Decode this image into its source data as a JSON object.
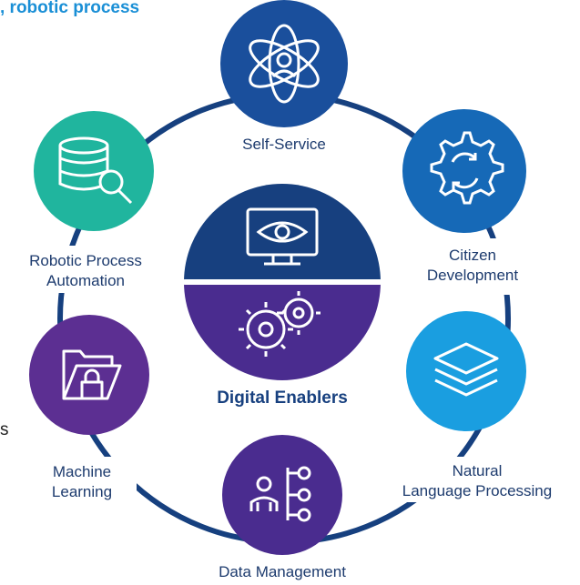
{
  "header_fragment": ", robotic process",
  "side_fragment": "s",
  "center": {
    "label": "Digital Enablers"
  },
  "nodes": {
    "self_service": {
      "label": "Self-Service",
      "color": "#1a4f9c"
    },
    "citizen_development": {
      "label1": "Citizen",
      "label2": "Development",
      "color": "#1669b7"
    },
    "natural_language_processing": {
      "label1": "Natural",
      "label2": "Language Processing",
      "color": "#1a9ee0"
    },
    "data_management": {
      "label": "Data Management",
      "color": "#4a2c8f"
    },
    "machine_learning": {
      "label1": "Machine",
      "label2": "Learning",
      "color": "#5c2f92"
    },
    "robotic_process_automation": {
      "label1": "Robotic Process",
      "label2": "Automation",
      "color": "#20b59e"
    }
  },
  "colors": {
    "ring": "#16407f",
    "center_top": "#17407f",
    "center_bottom": "#4a2c8f"
  },
  "icons": [
    "atom-user-icon",
    "gear-cycle-icon",
    "layers-icon",
    "org-chart-user-icon",
    "folder-lock-icon",
    "database-search-icon",
    "monitor-eye-icon",
    "gears-icon"
  ]
}
